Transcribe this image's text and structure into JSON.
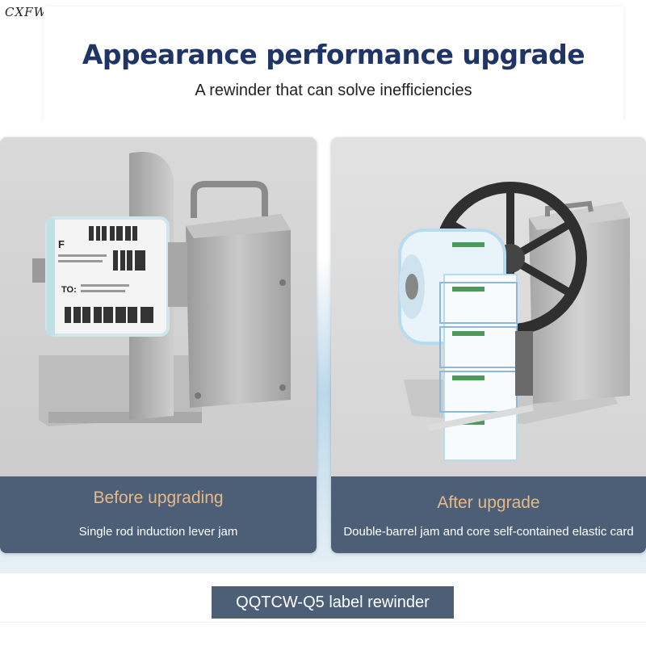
{
  "brand": "CXFWDJ",
  "header": {
    "title": "Appearance performance upgrade",
    "subtitle": "A rewinder that can solve inefficiencies"
  },
  "panels": [
    {
      "title": "Before upgrading",
      "description": "Single rod induction lever jam",
      "label_roll_text": {
        "mark": "F",
        "to": "TO:"
      }
    },
    {
      "title": "After upgrade",
      "description": "Double-barrel jam and core self-contained elastic card"
    }
  ],
  "model": "QQTCW-Q5 label rewinder",
  "colors": {
    "title": "#1f3566",
    "caption_band": "#4c5f77",
    "caption_title": "#e6b98a",
    "machine_body": "#b8b8b8",
    "label_accent": "#4a9a5a"
  }
}
